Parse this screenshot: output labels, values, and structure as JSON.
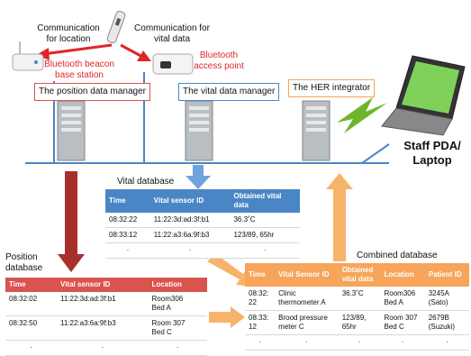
{
  "labels": {
    "comm_location": "Communication\nfor location",
    "comm_vital": "Communication for\nvital  data",
    "beacon": "Bluetooth beacon\nbase station",
    "access_point": "Bluetooth\naccess point",
    "staff": "Staff PDA/\nLaptop"
  },
  "managers": {
    "position": "The position data manager",
    "vital": "The vital data manager",
    "her": "The HER integrator"
  },
  "vital_db": {
    "title": "Vital database",
    "headers": [
      "Time",
      "Vital sensor ID",
      "Obtained vital\ndata"
    ],
    "rows": [
      [
        "08:32:22",
        "11:22:3d:ad:3f:b1",
        "36.3˚C"
      ],
      [
        "08:33:12",
        "11:22:a3:6a:9f:b3",
        "123/89, 65hr"
      ],
      [
        "·",
        "·",
        "·"
      ]
    ]
  },
  "position_db": {
    "title": "Position\ndatabase",
    "headers": [
      "Time",
      "Vital sensor ID",
      "Location"
    ],
    "rows": [
      [
        "08:32:02",
        "11:22:3d:ad:3f:b1",
        "Room306\nBed A"
      ],
      [
        "08:32:50",
        "11:22:a3:6a:9f:b3",
        "Room 307\nBed C"
      ],
      [
        "·",
        "·",
        "·"
      ]
    ]
  },
  "combined_db": {
    "title": "Combined database",
    "headers": [
      "Time",
      "Vital Sensor ID",
      "Obtained\nvital data",
      "Location",
      "Patient ID"
    ],
    "rows": [
      [
        "08:32:\n22",
        "Clinic\nthermometer A",
        "36.3˚C",
        "Room306\nBed A",
        "3245A\n(Sato)"
      ],
      [
        "08:33:\n12",
        "Brood pressure\nmeter C",
        "123/89,\n65hr",
        "Room 307\nBed C",
        "2679B\n(Suzuki)"
      ],
      [
        "·",
        "·",
        "·",
        "·",
        "·"
      ]
    ]
  },
  "colors": {
    "position_header": "#d9534f",
    "vital_header": "#4a86c5",
    "combined_header": "#f6a55a",
    "red_arrow": "#a8302a",
    "blue_arrow": "#6fa3dc",
    "orange_arrow": "#f8b36a",
    "green_bolt": "#6fb52c"
  }
}
